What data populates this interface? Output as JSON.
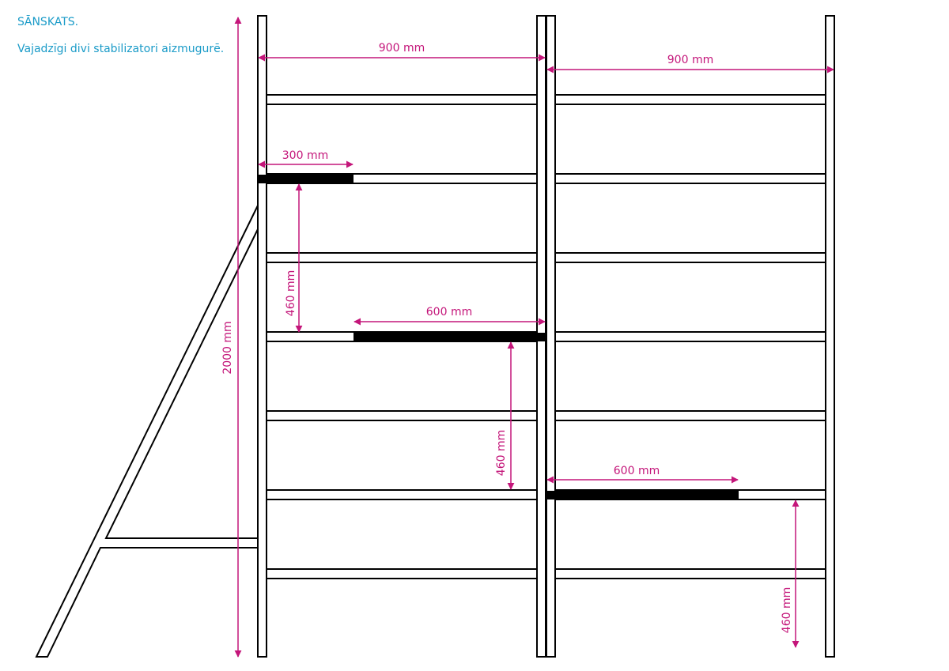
{
  "header": {
    "title": "SĀNSKATS.",
    "note": "Vajadzīgi divi stabilizatori aizmugurē."
  },
  "dimensions": {
    "total_height": "2000 mm",
    "frame_width_left": "900 mm",
    "frame_width_right": "900 mm",
    "platform_1_length": "300 mm",
    "platform_2_length": "600 mm",
    "platform_3_length": "600 mm",
    "gap_1": "460 mm",
    "gap_2": "460 mm",
    "gap_3": "460 mm"
  },
  "colors": {
    "accent_text": "#1a9bc8",
    "dimension": "#c4167a",
    "structure": "#000000"
  }
}
